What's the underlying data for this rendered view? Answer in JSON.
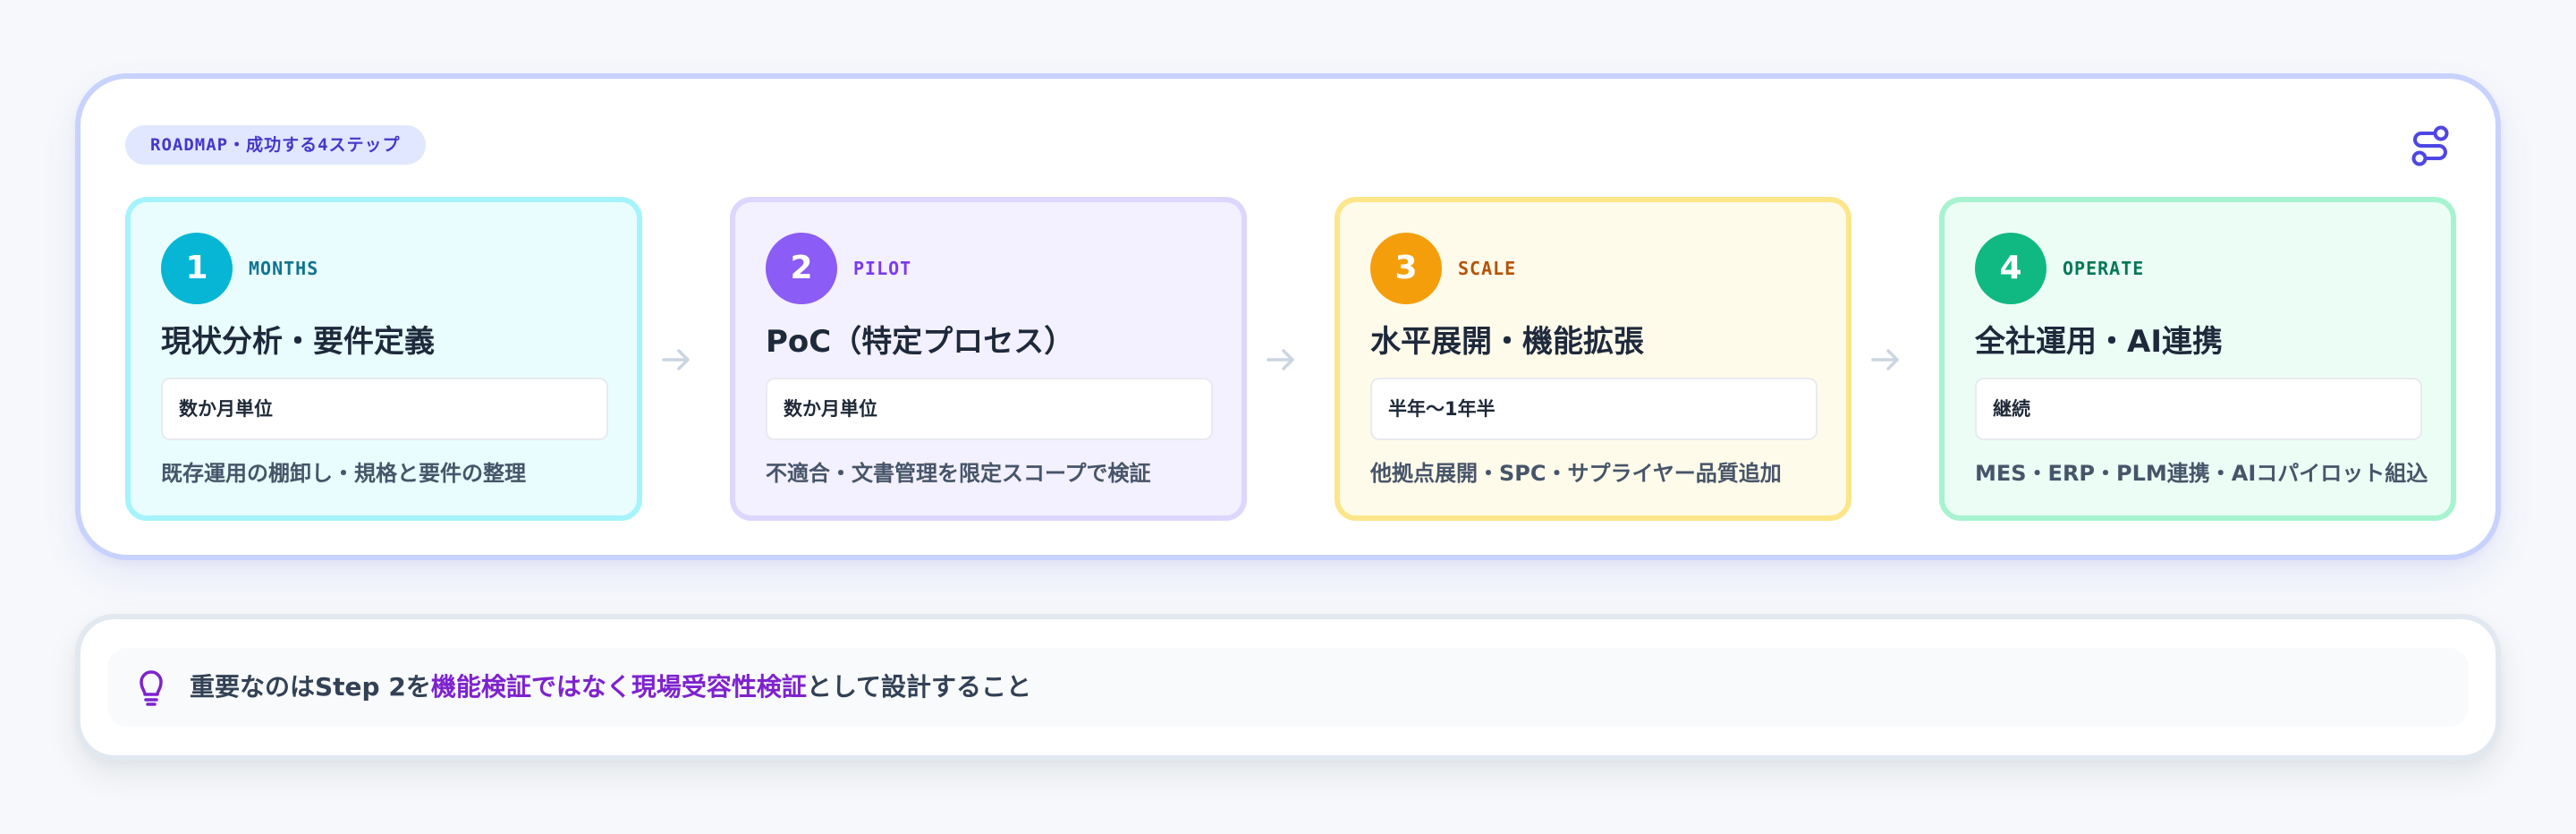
{
  "roadmap": {
    "tag": "ROADMAP・成功する4ステップ",
    "icon": "route-icon",
    "steps": [
      {
        "number": "1",
        "kicker": "MONTHS",
        "title": "現状分析・要件定義",
        "duration": "数か月単位",
        "description": "既存運用の棚卸し・規格と要件の整理",
        "color": "#06b6d4"
      },
      {
        "number": "2",
        "kicker": "PILOT",
        "title": "PoC（特定プロセス）",
        "duration": "数か月単位",
        "description": "不適合・文書管理を限定スコープで検証",
        "color": "#8b5cf6"
      },
      {
        "number": "3",
        "kicker": "SCALE",
        "title": "水平展開・機能拡張",
        "duration": "半年〜1年半",
        "description": "他拠点展開・SPC・サプライヤー品質追加",
        "color": "#f59e0b"
      },
      {
        "number": "4",
        "kicker": "OPERATE",
        "title": "全社運用・AI連携",
        "duration": "継続",
        "description": "MES・ERP・PLM連携・AIコパイロット組込",
        "color": "#10b981"
      }
    ],
    "arrow_icon": "arrow-right-icon"
  },
  "tip": {
    "icon": "lightbulb-icon",
    "prefix": "重要なのはStep 2を",
    "highlight": "機能検証ではなく現場受容性検証",
    "suffix": "として設計すること",
    "highlight_color": "#7e22ce"
  }
}
